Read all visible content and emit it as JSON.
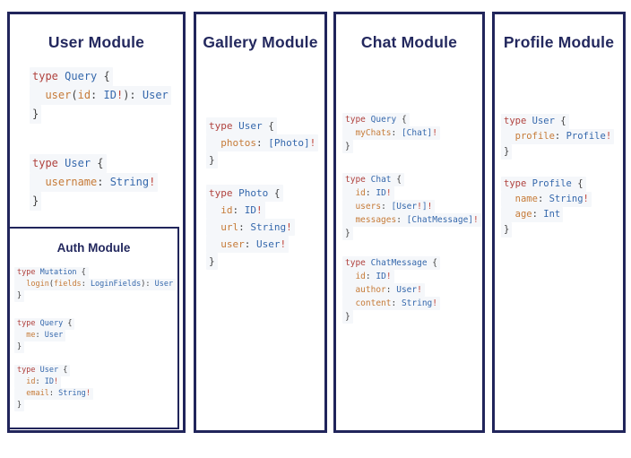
{
  "colors": {
    "border": "#21255b",
    "title": "#23285e",
    "keyword": "#b0423e",
    "type": "#3568ac",
    "field": "#c67b38",
    "bang": "#bf4036",
    "punct": "#3f3f3f",
    "code_bg": "#f5f7fa"
  },
  "panels": [
    {
      "title": "User Module",
      "blocks": [
        [
          [
            [
              "k",
              "type"
            ],
            [
              "p",
              " "
            ],
            [
              "t",
              "Query"
            ],
            [
              "p",
              " {"
            ]
          ],
          [
            [
              "p",
              "  "
            ],
            [
              "f",
              "user"
            ],
            [
              "p",
              "("
            ],
            [
              "f",
              "id"
            ],
            [
              "p",
              ": "
            ],
            [
              "t",
              "ID"
            ],
            [
              "b",
              "!"
            ],
            [
              "p",
              "): "
            ],
            [
              "t",
              "User"
            ]
          ],
          [
            [
              "p",
              "}"
            ]
          ]
        ],
        [
          [
            [
              "k",
              "type"
            ],
            [
              "p",
              " "
            ],
            [
              "t",
              "User"
            ],
            [
              "p",
              " {"
            ]
          ],
          [
            [
              "p",
              "  "
            ],
            [
              "f",
              "username"
            ],
            [
              "p",
              ": "
            ],
            [
              "t",
              "String"
            ],
            [
              "b",
              "!"
            ]
          ],
          [
            [
              "p",
              "}"
            ]
          ]
        ]
      ],
      "sub": {
        "title": "Auth Module",
        "blocks": [
          [
            [
              [
                "k",
                "type"
              ],
              [
                "p",
                " "
              ],
              [
                "t",
                "Mutation"
              ],
              [
                "p",
                " {"
              ]
            ],
            [
              [
                "p",
                "  "
              ],
              [
                "f",
                "login"
              ],
              [
                "p",
                "("
              ],
              [
                "f",
                "fields"
              ],
              [
                "p",
                ": "
              ],
              [
                "t",
                "LoginFields"
              ],
              [
                "p",
                "): "
              ],
              [
                "t",
                "User"
              ]
            ],
            [
              [
                "p",
                "}"
              ]
            ]
          ],
          [
            [
              [
                "k",
                "type"
              ],
              [
                "p",
                " "
              ],
              [
                "t",
                "Query"
              ],
              [
                "p",
                " {"
              ]
            ],
            [
              [
                "p",
                "  "
              ],
              [
                "f",
                "me"
              ],
              [
                "p",
                ": "
              ],
              [
                "t",
                "User"
              ]
            ],
            [
              [
                "p",
                "}"
              ]
            ]
          ],
          [
            [
              [
                "k",
                "type"
              ],
              [
                "p",
                " "
              ],
              [
                "t",
                "User"
              ],
              [
                "p",
                " {"
              ]
            ],
            [
              [
                "p",
                "  "
              ],
              [
                "f",
                "id"
              ],
              [
                "p",
                ": "
              ],
              [
                "t",
                "ID"
              ],
              [
                "b",
                "!"
              ]
            ],
            [
              [
                "p",
                "  "
              ],
              [
                "f",
                "email"
              ],
              [
                "p",
                ": "
              ],
              [
                "t",
                "String"
              ],
              [
                "b",
                "!"
              ]
            ],
            [
              [
                "p",
                "}"
              ]
            ]
          ]
        ]
      }
    },
    {
      "title": "Gallery Module",
      "blocks": [
        [
          [
            [
              "k",
              "type"
            ],
            [
              "p",
              " "
            ],
            [
              "t",
              "User"
            ],
            [
              "p",
              " {"
            ]
          ],
          [
            [
              "p",
              "  "
            ],
            [
              "f",
              "photos"
            ],
            [
              "p",
              ": "
            ],
            [
              "t",
              "[Photo]"
            ],
            [
              "b",
              "!"
            ]
          ],
          [
            [
              "p",
              "}"
            ]
          ]
        ],
        [
          [
            [
              "k",
              "type"
            ],
            [
              "p",
              " "
            ],
            [
              "t",
              "Photo"
            ],
            [
              "p",
              " {"
            ]
          ],
          [
            [
              "p",
              "  "
            ],
            [
              "f",
              "id"
            ],
            [
              "p",
              ": "
            ],
            [
              "t",
              "ID"
            ],
            [
              "b",
              "!"
            ]
          ],
          [
            [
              "p",
              "  "
            ],
            [
              "f",
              "url"
            ],
            [
              "p",
              ": "
            ],
            [
              "t",
              "String"
            ],
            [
              "b",
              "!"
            ]
          ],
          [
            [
              "p",
              "  "
            ],
            [
              "f",
              "user"
            ],
            [
              "p",
              ": "
            ],
            [
              "t",
              "User"
            ],
            [
              "b",
              "!"
            ]
          ],
          [
            [
              "p",
              "}"
            ]
          ]
        ]
      ]
    },
    {
      "title": "Chat Module",
      "blocks": [
        [
          [
            [
              "k",
              "type"
            ],
            [
              "p",
              " "
            ],
            [
              "t",
              "Query"
            ],
            [
              "p",
              " {"
            ]
          ],
          [
            [
              "p",
              "  "
            ],
            [
              "f",
              "myChats"
            ],
            [
              "p",
              ": "
            ],
            [
              "t",
              "[Chat]"
            ],
            [
              "b",
              "!"
            ]
          ],
          [
            [
              "p",
              "}"
            ]
          ]
        ],
        [
          [
            [
              "k",
              "type"
            ],
            [
              "p",
              " "
            ],
            [
              "t",
              "Chat"
            ],
            [
              "p",
              " {"
            ]
          ],
          [
            [
              "p",
              "  "
            ],
            [
              "f",
              "id"
            ],
            [
              "p",
              ": "
            ],
            [
              "t",
              "ID"
            ],
            [
              "b",
              "!"
            ]
          ],
          [
            [
              "p",
              "  "
            ],
            [
              "f",
              "users"
            ],
            [
              "p",
              ": "
            ],
            [
              "t",
              "[User"
            ],
            [
              "b",
              "!"
            ],
            [
              "t",
              "]"
            ],
            [
              "b",
              "!"
            ]
          ],
          [
            [
              "p",
              "  "
            ],
            [
              "f",
              "messages"
            ],
            [
              "p",
              ": "
            ],
            [
              "t",
              "[ChatMessage]"
            ],
            [
              "b",
              "!"
            ]
          ],
          [
            [
              "p",
              "}"
            ]
          ]
        ],
        [
          [
            [
              "k",
              "type"
            ],
            [
              "p",
              " "
            ],
            [
              "t",
              "ChatMessage"
            ],
            [
              "p",
              " {"
            ]
          ],
          [
            [
              "p",
              "  "
            ],
            [
              "f",
              "id"
            ],
            [
              "p",
              ": "
            ],
            [
              "t",
              "ID"
            ],
            [
              "b",
              "!"
            ]
          ],
          [
            [
              "p",
              "  "
            ],
            [
              "f",
              "author"
            ],
            [
              "p",
              ": "
            ],
            [
              "t",
              "User"
            ],
            [
              "b",
              "!"
            ]
          ],
          [
            [
              "p",
              "  "
            ],
            [
              "f",
              "content"
            ],
            [
              "p",
              ": "
            ],
            [
              "t",
              "String"
            ],
            [
              "b",
              "!"
            ]
          ],
          [
            [
              "p",
              "}"
            ]
          ]
        ]
      ]
    },
    {
      "title": "Profile Module",
      "blocks": [
        [
          [
            [
              "k",
              "type"
            ],
            [
              "p",
              " "
            ],
            [
              "t",
              "User"
            ],
            [
              "p",
              " {"
            ]
          ],
          [
            [
              "p",
              "  "
            ],
            [
              "f",
              "profile"
            ],
            [
              "p",
              ": "
            ],
            [
              "t",
              "Profile"
            ],
            [
              "b",
              "!"
            ]
          ],
          [
            [
              "p",
              "}"
            ]
          ]
        ],
        [
          [
            [
              "k",
              "type"
            ],
            [
              "p",
              " "
            ],
            [
              "t",
              "Profile"
            ],
            [
              "p",
              " {"
            ]
          ],
          [
            [
              "p",
              "  "
            ],
            [
              "f",
              "name"
            ],
            [
              "p",
              ": "
            ],
            [
              "t",
              "String"
            ],
            [
              "b",
              "!"
            ]
          ],
          [
            [
              "p",
              "  "
            ],
            [
              "f",
              "age"
            ],
            [
              "p",
              ": "
            ],
            [
              "t",
              "Int"
            ]
          ],
          [
            [
              "p",
              "}"
            ]
          ]
        ]
      ]
    }
  ]
}
